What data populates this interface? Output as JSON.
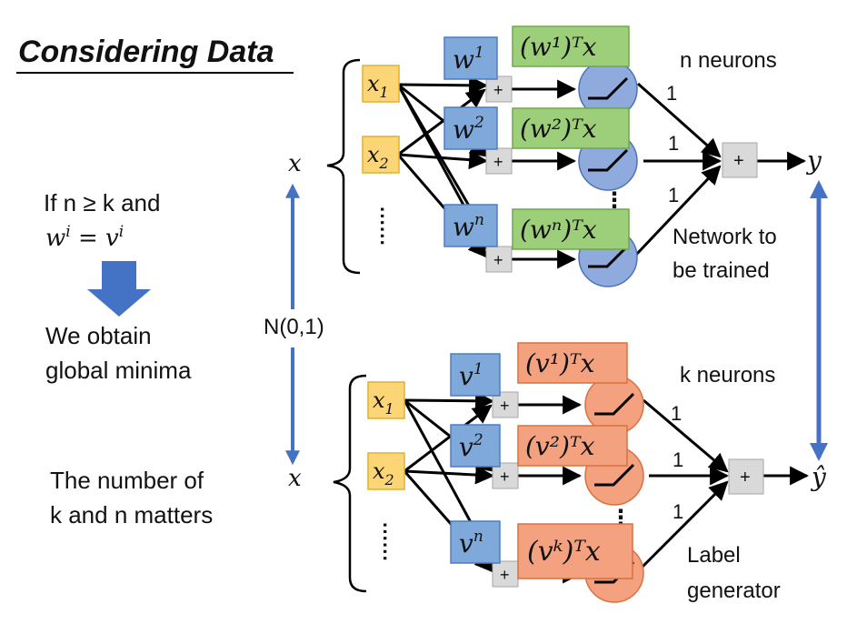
{
  "title": "Considering Data",
  "left_text": {
    "condition_line1": "If n ≥ k and",
    "condition_line2_base": "w",
    "condition_line2_sup": "i",
    "condition_line2_eq": " = v",
    "condition_line2_sup2": "i",
    "result_line1": "We obtain",
    "result_line2": "global minima",
    "note_line1": "The number of",
    "note_line2": "k and n matters"
  },
  "center": {
    "x_top": "x",
    "x_bottom": "x",
    "noise": "N(0,1)"
  },
  "top_network": {
    "inputs": [
      "x",
      "x",
      "······"
    ],
    "input_subs": [
      "1",
      "2"
    ],
    "weights": [
      {
        "base": "w",
        "sup": "1"
      },
      {
        "base": "w",
        "sup": "2"
      },
      {
        "base": "w",
        "sup": "n"
      }
    ],
    "dot_products": [
      {
        "sup": "1",
        "text": "(w¹)ᵀx"
      },
      {
        "sup": "2",
        "text": "(w²)ᵀx"
      },
      {
        "sup": "n",
        "text": "(wⁿ)ᵀx"
      }
    ],
    "plus": "+",
    "edge_weights": [
      "1",
      "1",
      "1"
    ],
    "output": "y",
    "count_label": "n neurons",
    "caption_line1": "Network to",
    "caption_line2": "be trained",
    "vdots": "⋮"
  },
  "bottom_network": {
    "inputs": [
      "x",
      "x",
      "······"
    ],
    "input_subs": [
      "1",
      "2"
    ],
    "weights": [
      {
        "base": "v",
        "sup": "1"
      },
      {
        "base": "v",
        "sup": "2"
      },
      {
        "base": "v",
        "sup": "n"
      }
    ],
    "dot_products": [
      {
        "sup": "1",
        "text": "(v¹)ᵀx"
      },
      {
        "sup": "2",
        "text": "(v²)ᵀx"
      },
      {
        "sup": "k",
        "text": "(vᵏ)ᵀx"
      }
    ],
    "plus": "+",
    "edge_weights": [
      "1",
      "1",
      "1"
    ],
    "output": "ŷ",
    "count_label": "k neurons",
    "caption_line1": "Label",
    "caption_line2": "generator",
    "vdots": "⋮"
  },
  "colors": {
    "input_fill": "#FCD676",
    "input_stroke": "#E0B030",
    "weight_fill": "#7FA8DB",
    "weight_stroke": "#4F7EC0",
    "dot_top_fill": "#9DCE7A",
    "dot_top_stroke": "#6FA84A",
    "dot_bottom_fill": "#F4A17F",
    "dot_bottom_stroke": "#D9703F",
    "neuron_top_fill": "#8FAADC",
    "neuron_top_stroke": "#4F72B8",
    "neuron_bottom_fill": "#F3A17E",
    "neuron_bottom_stroke": "#D9703F",
    "plus_fill": "#D9D9D9",
    "plus_stroke": "#A6A6A6",
    "arrow_blue": "#4472C4"
  }
}
